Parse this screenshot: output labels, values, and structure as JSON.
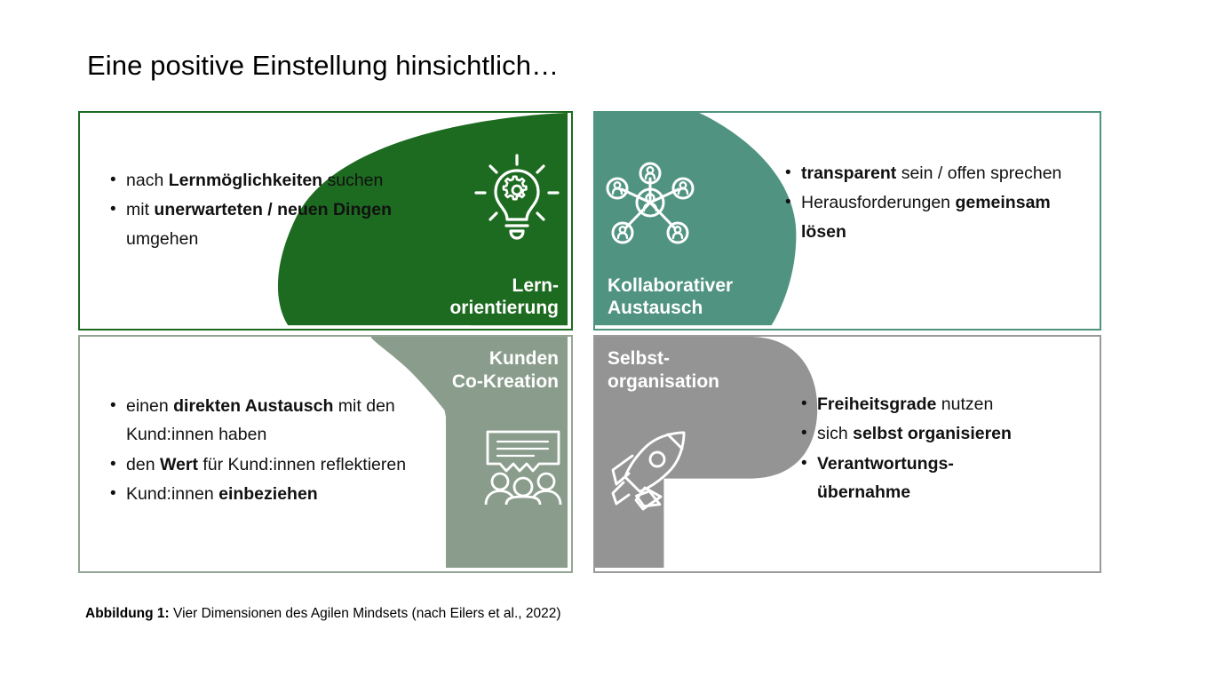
{
  "title": "Eine positive Einstellung hinsichtlich…",
  "caption": {
    "label": "Abbildung 1:",
    "text": " Vier Dimensionen des Agilen Mindsets (nach Eilers et al., 2022)"
  },
  "colors": {
    "learning_green": "#1d6b20",
    "collaboration_teal": "#4f9380",
    "customer_sage": "#8a9d8c",
    "selforg_gray": "#949494",
    "learning_border": "#1d6b20",
    "collaboration_border": "#4f9380",
    "customer_border": "#93a694",
    "selforg_border": "#9a9a9a",
    "text": "#000000",
    "icon_white": "#ffffff"
  },
  "quadrants": [
    {
      "id": "lernorientierung",
      "label": "Lern-\norientierung",
      "icon": "lightbulb-gear-icon",
      "bullets": [
        [
          {
            "t": "nach ",
            "b": false
          },
          {
            "t": "Lernmöglichkeiten",
            "b": true
          },
          {
            "t": " suchen",
            "b": false
          }
        ],
        [
          {
            "t": "mit ",
            "b": false
          },
          {
            "t": "unerwarteten / neuen Dingen",
            "b": true
          },
          {
            "t": " umgehen",
            "b": false
          }
        ]
      ]
    },
    {
      "id": "kollaborativer-austausch",
      "label": "Kollaborativer\nAustausch",
      "icon": "people-network-icon",
      "bullets": [
        [
          {
            "t": "transparent",
            "b": true
          },
          {
            "t": " sein / offen sprechen",
            "b": false
          }
        ],
        [
          {
            "t": "Herausforderungen ",
            "b": false
          },
          {
            "t": "gemeinsam lösen",
            "b": true
          }
        ]
      ]
    },
    {
      "id": "kunden-co-kreation",
      "label": "Kunden\nCo-Kreation",
      "icon": "speech-bubble-people-icon",
      "bullets": [
        [
          {
            "t": "einen ",
            "b": false
          },
          {
            "t": "direkten Austausch",
            "b": true
          },
          {
            "t": " mit den Kund:innen haben",
            "b": false
          }
        ],
        [
          {
            "t": "den ",
            "b": false
          },
          {
            "t": "Wert",
            "b": true
          },
          {
            "t": " für Kund:innen reflektieren",
            "b": false
          }
        ],
        [
          {
            "t": "Kund:innen ",
            "b": false
          },
          {
            "t": "einbeziehen",
            "b": true
          }
        ]
      ]
    },
    {
      "id": "selbstorganisation",
      "label": "Selbst-\norganisation",
      "icon": "rocket-icon",
      "bullets": [
        [
          {
            "t": "Freiheitsgrade",
            "b": true
          },
          {
            "t": " nutzen",
            "b": false
          }
        ],
        [
          {
            "t": "sich ",
            "b": false
          },
          {
            "t": "selbst organisieren",
            "b": true
          }
        ],
        [
          {
            "t": "Verantwortungs-übernahme",
            "b": true
          }
        ]
      ]
    }
  ]
}
